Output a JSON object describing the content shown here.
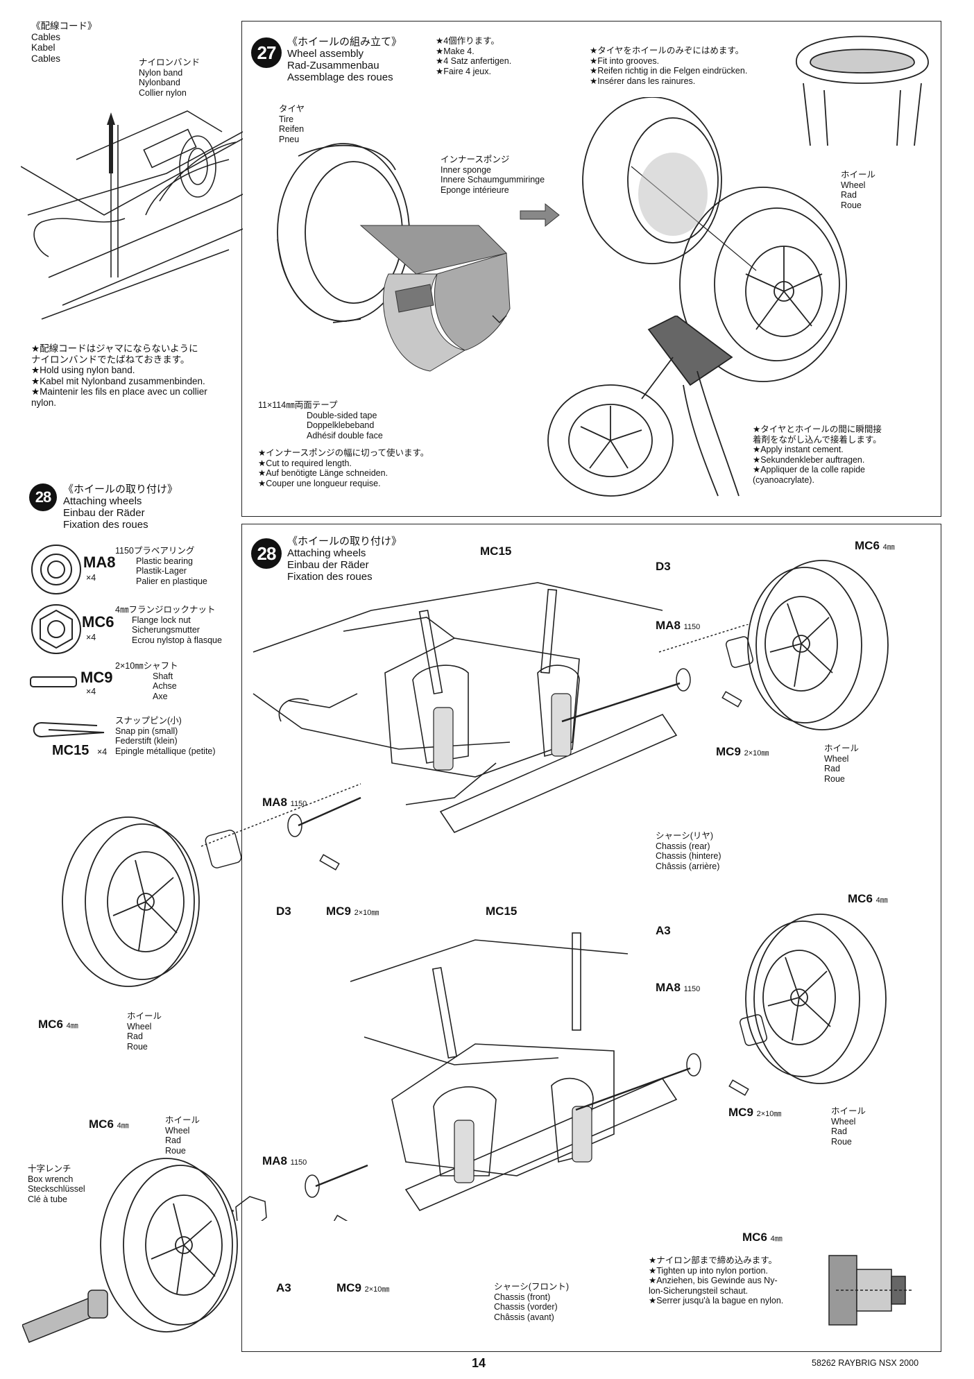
{
  "cables": {
    "title": "《配線コード》",
    "lines": [
      "Cables",
      "Kabel",
      "Cables"
    ],
    "nylon_band": [
      "ナイロンバンド",
      "Nylon band",
      "Nylonband",
      "Collier nylon"
    ],
    "notes": [
      "★配線コードはジャマにならないように",
      "ナイロンバンドでたばねておきます。",
      "★Hold using nylon band.",
      "★Kabel mit Nylonband zusammenbinden.",
      "★Maintenir les fils en place avec un collier",
      "nylon."
    ]
  },
  "step27": {
    "number": "27",
    "title_jp": "《ホイールの組み立て》",
    "title_lines": [
      "Wheel assembly",
      "Rad-Zusammenbau",
      "Assemblage des roues"
    ],
    "make": [
      "★4個作ります。",
      "★Make 4.",
      "★4 Satz anfertigen.",
      "★Faire 4 jeux."
    ],
    "tire": [
      "タイヤ",
      "Tire",
      "Reifen",
      "Pneu"
    ],
    "inner_sponge": [
      "インナースポンジ",
      "Inner sponge",
      "Innere Schaumgummiringe",
      "Eponge intérieure"
    ],
    "tape": [
      "11×114㎜両面テープ",
      "Double-sided tape",
      "Doppelklebeband",
      "Adhésif double face"
    ],
    "cut": [
      "★インナースポンジの幅に切って使います。",
      "★Cut to required length.",
      "★Auf benötigte Länge schneiden.",
      "★Couper une longueur requise."
    ],
    "grooves": [
      "★タイヤをホイールのみぞにはめます。",
      "★Fit into grooves.",
      "★Reifen richtig in die Felgen eindrücken.",
      "★Insérer dans les rainures."
    ],
    "wheel": [
      "ホイール",
      "Wheel",
      "Rad",
      "Roue"
    ],
    "cement": [
      "★タイヤとホイールの間に瞬間接",
      "着剤をながし込んで接着します。",
      "★Apply instant cement.",
      "★Sekundenkleber auftragen.",
      "★Appliquer de la colle rapide",
      "(cyanoacrylate)."
    ]
  },
  "parts_list": {
    "step_number": "28",
    "title_jp": "《ホイールの取り付け》",
    "title_lines": [
      "Attaching wheels",
      "Einbau der Räder",
      "Fixation des roues"
    ],
    "items": [
      {
        "code": "MA8",
        "qty": "×4",
        "lines": [
          "1150プラベアリング",
          "Plastic bearing",
          "Plastik-Lager",
          "Palier en plastique"
        ]
      },
      {
        "code": "MC6",
        "qty": "×4",
        "lines": [
          "4㎜フランジロックナット",
          "Flange lock nut",
          "Sicherungsmutter",
          "Ecrou nylstop à flasque"
        ]
      },
      {
        "code": "MC9",
        "qty": "×4",
        "lines": [
          "2×10㎜シャフト",
          "Shaft",
          "Achse",
          "Axe"
        ]
      },
      {
        "code": "MC15",
        "qty": "×4",
        "lines": [
          "スナップピン(小)",
          "Snap pin (small)",
          "Federstift (klein)",
          "Epingle métallique (petite)"
        ]
      }
    ]
  },
  "step28": {
    "number": "28",
    "title_jp": "《ホイールの取り付け》",
    "title_lines": [
      "Attaching wheels",
      "Einbau der Räder",
      "Fixation des roues"
    ],
    "labels": {
      "mc15": "MC15",
      "d3": "D3",
      "a3": "A3",
      "ma8": "MA8",
      "ma8_sub": "1150",
      "mc6": "MC6",
      "mc6_sub": "4㎜",
      "mc9": "MC9",
      "mc9_sub": "2×10㎜"
    },
    "wheel": [
      "ホイール",
      "Wheel",
      "Rad",
      "Roue"
    ],
    "chassis_rear": [
      "シャーシ(リヤ)",
      "Chassis (rear)",
      "Chassis (hintere)",
      "Châssis (arrière)"
    ],
    "chassis_front": [
      "シャーシ(フロント)",
      "Chassis (front)",
      "Chassis (vorder)",
      "Châssis (avant)"
    ],
    "box_wrench": [
      "十字レンチ",
      "Box wrench",
      "Steckschlüssel",
      "Clé à tube"
    ],
    "nylon_note": [
      "★ナイロン部まで締め込みます。",
      "★Tighten up into nylon portion.",
      "★Anziehen, bis Gewinde aus Ny-",
      "lon-Sicherungsteil schaut.",
      "★Serrer jusqu'à la bague en nylon."
    ]
  },
  "footer": {
    "page": "14",
    "model": "58262 RAYBRIG NSX 2000"
  }
}
